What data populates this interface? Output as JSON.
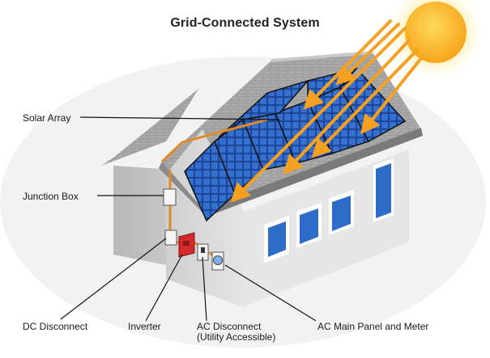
{
  "title": "Grid-Connected System",
  "labels": {
    "solar_array": "Solar Array",
    "junction_box": "Junction Box",
    "dc_disconnect": "DC Disconnect",
    "inverter": "Inverter",
    "ac_disconnect_line1": "AC Disconnect",
    "ac_disconnect_line2": "(Utility Accessible)",
    "ac_main_panel": "AC Main Panel and Meter"
  },
  "colors": {
    "sun_core": "#ffcc33",
    "sun_glow": "#ffe9a8",
    "sun_ray": "#f5a020",
    "panel": "#1f4fa8",
    "panel_cell": "#3b74d6",
    "roof": "#a8a8a8",
    "wall": "#d9d9d9",
    "side_wall": "#c4c4c4",
    "conduit": "#e08a2a",
    "inverter": "#d42a2a",
    "window": "#3a7bd5"
  },
  "icons": [
    "sun-icon",
    "house-icon",
    "solar-panel-icon",
    "junction-box-icon",
    "dc-disconnect-icon",
    "inverter-icon",
    "ac-disconnect-icon",
    "meter-icon"
  ]
}
